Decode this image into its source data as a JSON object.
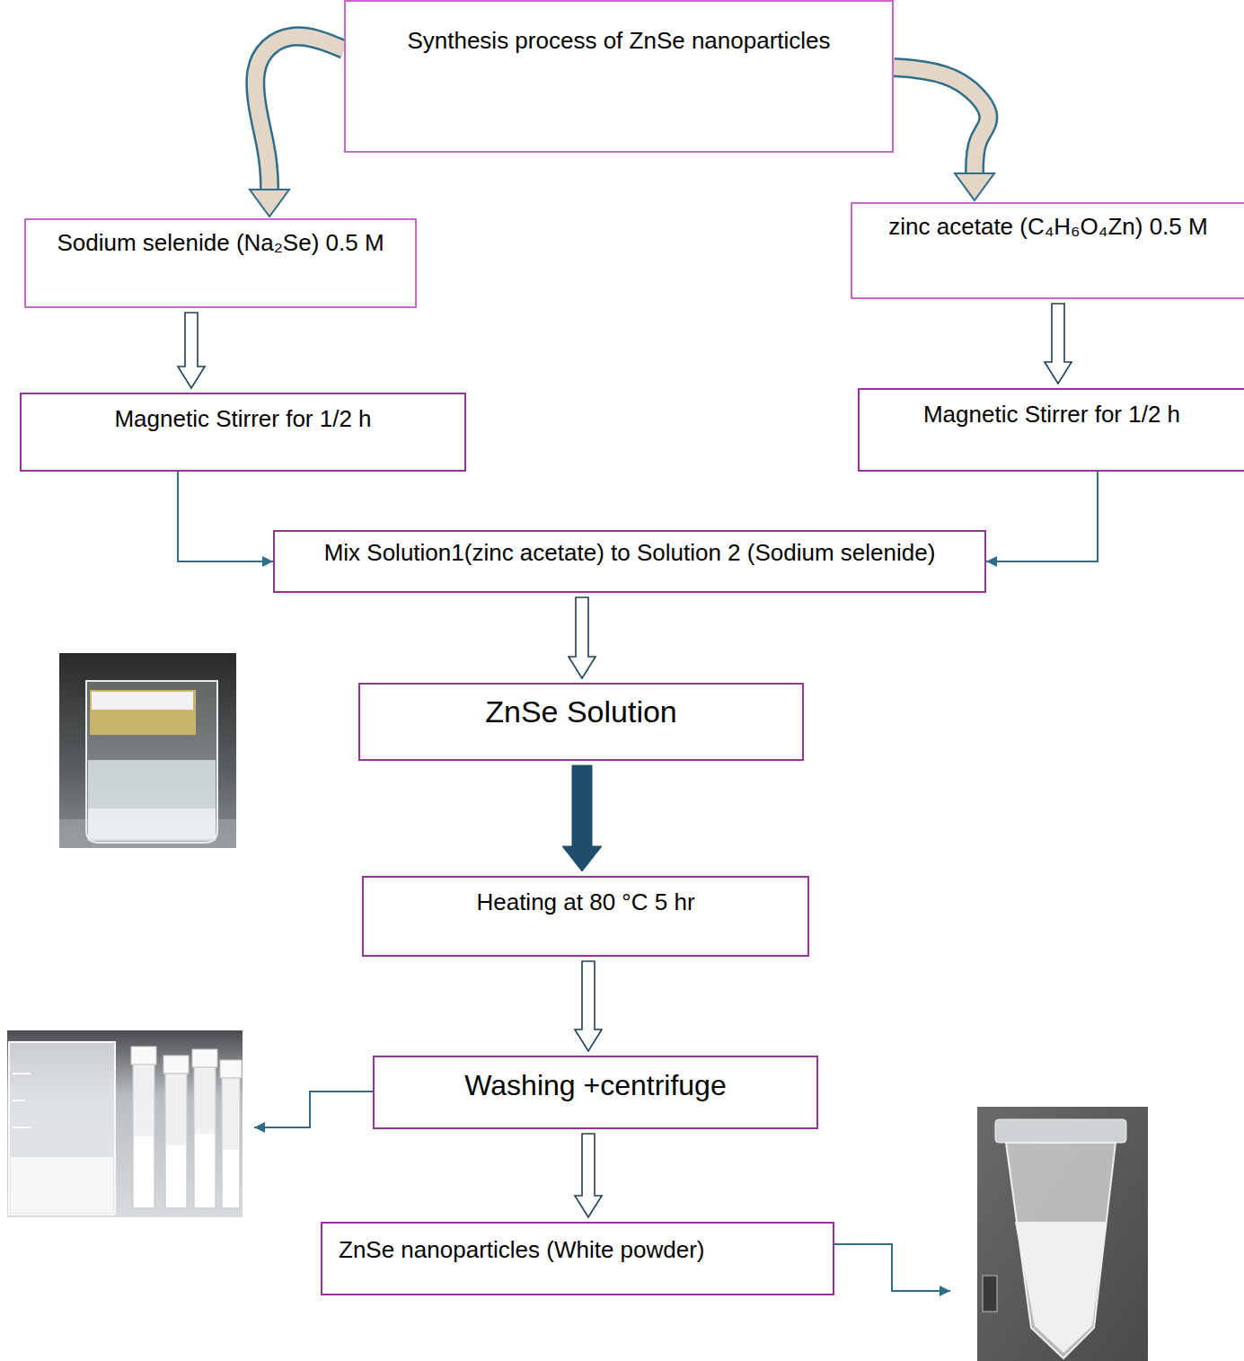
{
  "diagram": {
    "nodes": [
      {
        "text": [
          "Synthesis process of ZnSe nanoparticles"
        ]
      },
      {
        "text": [
          "Sodium selenide (Na₂Se) 0.5 M"
        ]
      },
      {
        "text": [
          "zinc acetate (C₄H₆O₄Zn) 0.5 M"
        ]
      },
      {
        "text": [
          "Magnetic Stirrer for 1/2 h"
        ]
      },
      {
        "text": [
          "Magnetic Stirrer for 1/2 h"
        ]
      },
      {
        "text": [
          "Mix Solution1(zinc acetate) to Solution 2 (Sodium selenide)"
        ]
      },
      {
        "text": [
          "ZnSe Solution"
        ]
      },
      {
        "text": [
          "Heating at 80 °C 5 hr"
        ]
      },
      {
        "text": [
          "Washing +centrifuge"
        ]
      },
      {
        "text": [
          "ZnSe nanoparticles (White powder)"
        ]
      }
    ],
    "edges": [
      {
        "from": 0,
        "to": 1,
        "arrow": "to"
      },
      {
        "from": 0,
        "to": 2,
        "arrow": "to"
      },
      {
        "from": 1,
        "to": 3,
        "arrow": "to"
      },
      {
        "from": 2,
        "to": 4,
        "arrow": "to"
      },
      {
        "from": 3,
        "to": 5,
        "arrow": "to"
      },
      {
        "from": 4,
        "to": 5,
        "arrow": "to"
      },
      {
        "from": 5,
        "to": 6,
        "arrow": "to"
      },
      {
        "from": 6,
        "to": 7,
        "arrow": "to"
      },
      {
        "from": 7,
        "to": 8,
        "arrow": "to"
      },
      {
        "from": 8,
        "to": 9,
        "arrow": "to"
      }
    ]
  }
}
